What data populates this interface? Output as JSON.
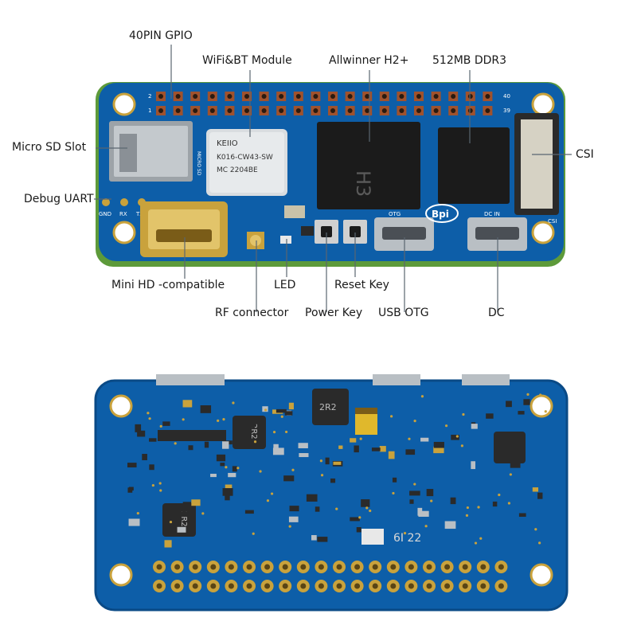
{
  "top_labels": {
    "gpio": "40PIN GPIO",
    "wifi": "WiFi&BT Module",
    "soc": "Allwinner H2+",
    "ddr": "512MB DDR3",
    "microsd": "Micro SD Slot",
    "csi": "CSI",
    "uart": "Debug UART",
    "hdmi": "Mini HD -compatible",
    "led": "LED",
    "reset": "Reset Key",
    "rf": "RF connector",
    "power": "Power Key",
    "usb": "USB OTG",
    "dc": "DC"
  },
  "board_markings": {
    "wifi_brand": "KEIIO",
    "wifi_model": "K016-CW43-SW",
    "wifi_date": "MC 2204BE",
    "soc_name": "H3",
    "logo": "Bpi",
    "pin2": "2",
    "pin1": "1",
    "pin40": "40",
    "pin39": "39",
    "uart_gnd": "GND",
    "uart_rx": "RX",
    "uart_tx": "TX",
    "otg": "OTG",
    "dcin": "DC IN",
    "csi_silk": "CSI",
    "sd_silk": "MICRO SD",
    "inductor": "2R2",
    "date_code": "6I 22"
  },
  "colors": {
    "pcb": "#0d5ea8",
    "pcb_edge": "#0a4a86",
    "chip": "#1b1b1b",
    "gold": "#c9a23c"
  }
}
